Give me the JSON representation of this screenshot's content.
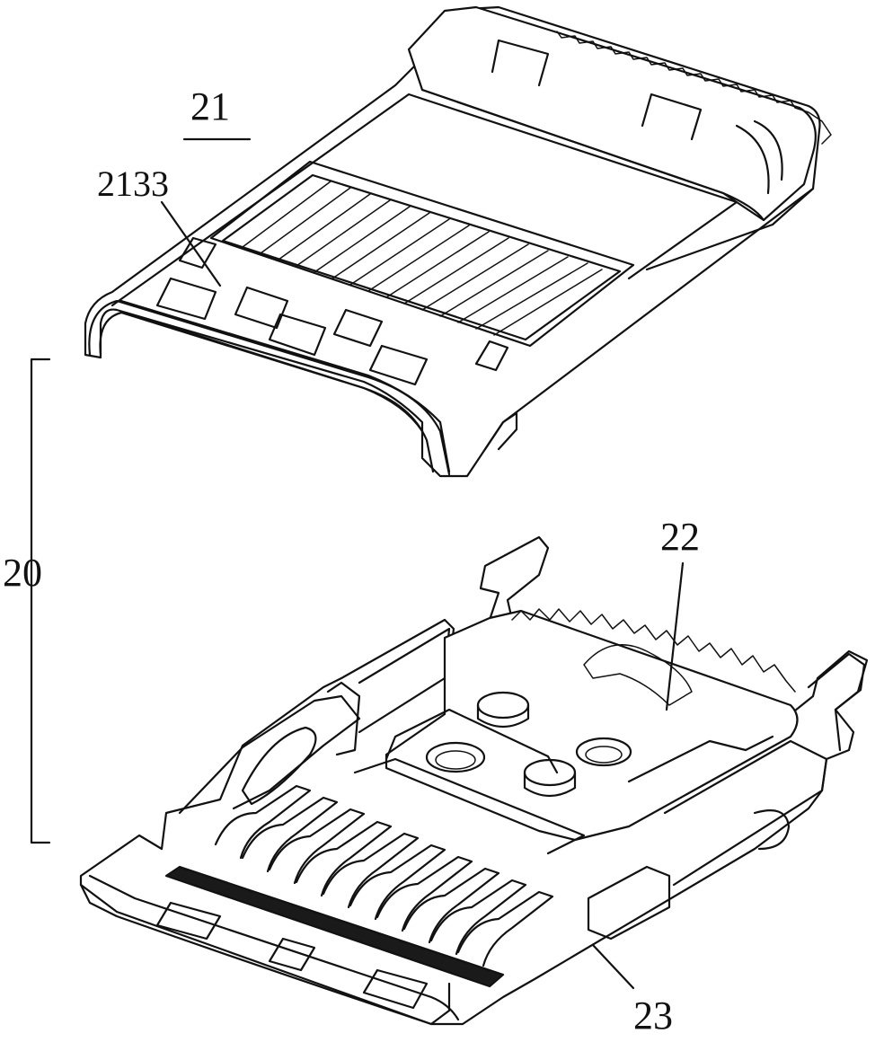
{
  "labels": {
    "top_part": "21",
    "detail": "2133",
    "assembly": "20",
    "insulator": "22",
    "shell": "23"
  }
}
